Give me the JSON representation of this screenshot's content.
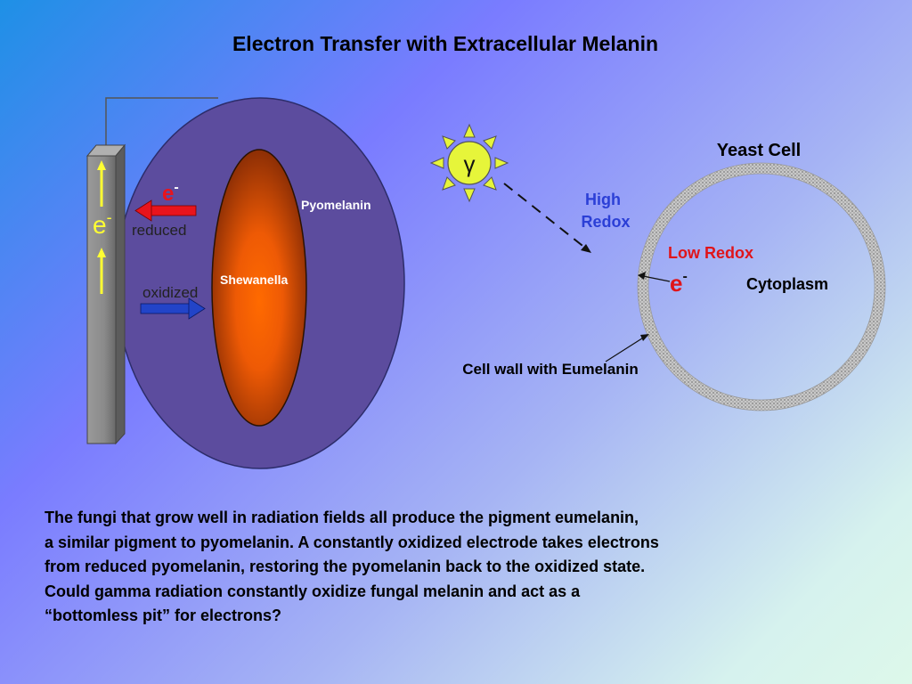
{
  "title": "Electron Transfer with Extracellular Melanin",
  "left_diagram": {
    "electron_top": "e",
    "electron_top_sup": "-",
    "electrode_electron": "e",
    "electrode_electron_sup": "-",
    "reduced_label": "reduced",
    "oxidized_label": "oxidized",
    "pyomelanin_label": "Pyomelanin",
    "shewanella_label": "Shewanella"
  },
  "right_diagram": {
    "gamma_symbol": "γ",
    "yeast_cell_label": "Yeast Cell",
    "high_redox_line1": "High",
    "high_redox_line2": "Redox",
    "low_redox_label": "Low Redox",
    "electron": "e",
    "electron_sup": "-",
    "cytoplasm_label": "Cytoplasm",
    "cell_wall_label": "Cell wall with Eumelanin"
  },
  "body_text": [
    "The fungi that grow well in radiation fields all produce the pigment eumelanin,",
    "a similar pigment to pyomelanin.  A constantly oxidized electrode takes electrons",
    "from reduced pyomelanin, restoring the pyomelanin back to the oxidized state.",
    "Could gamma radiation constantly oxidize fungal melanin and act as a",
    "“bottomless pit” for electrons?"
  ],
  "colors": {
    "outer_cell": "#5c4c9e",
    "electrode": "#8a8a8a",
    "red_arrow": "#e8141c",
    "blue_arrow": "#2244c8",
    "high_redox": "#2b3fd6",
    "low_redox": "#e0141a",
    "sun": "#e6f53a"
  }
}
